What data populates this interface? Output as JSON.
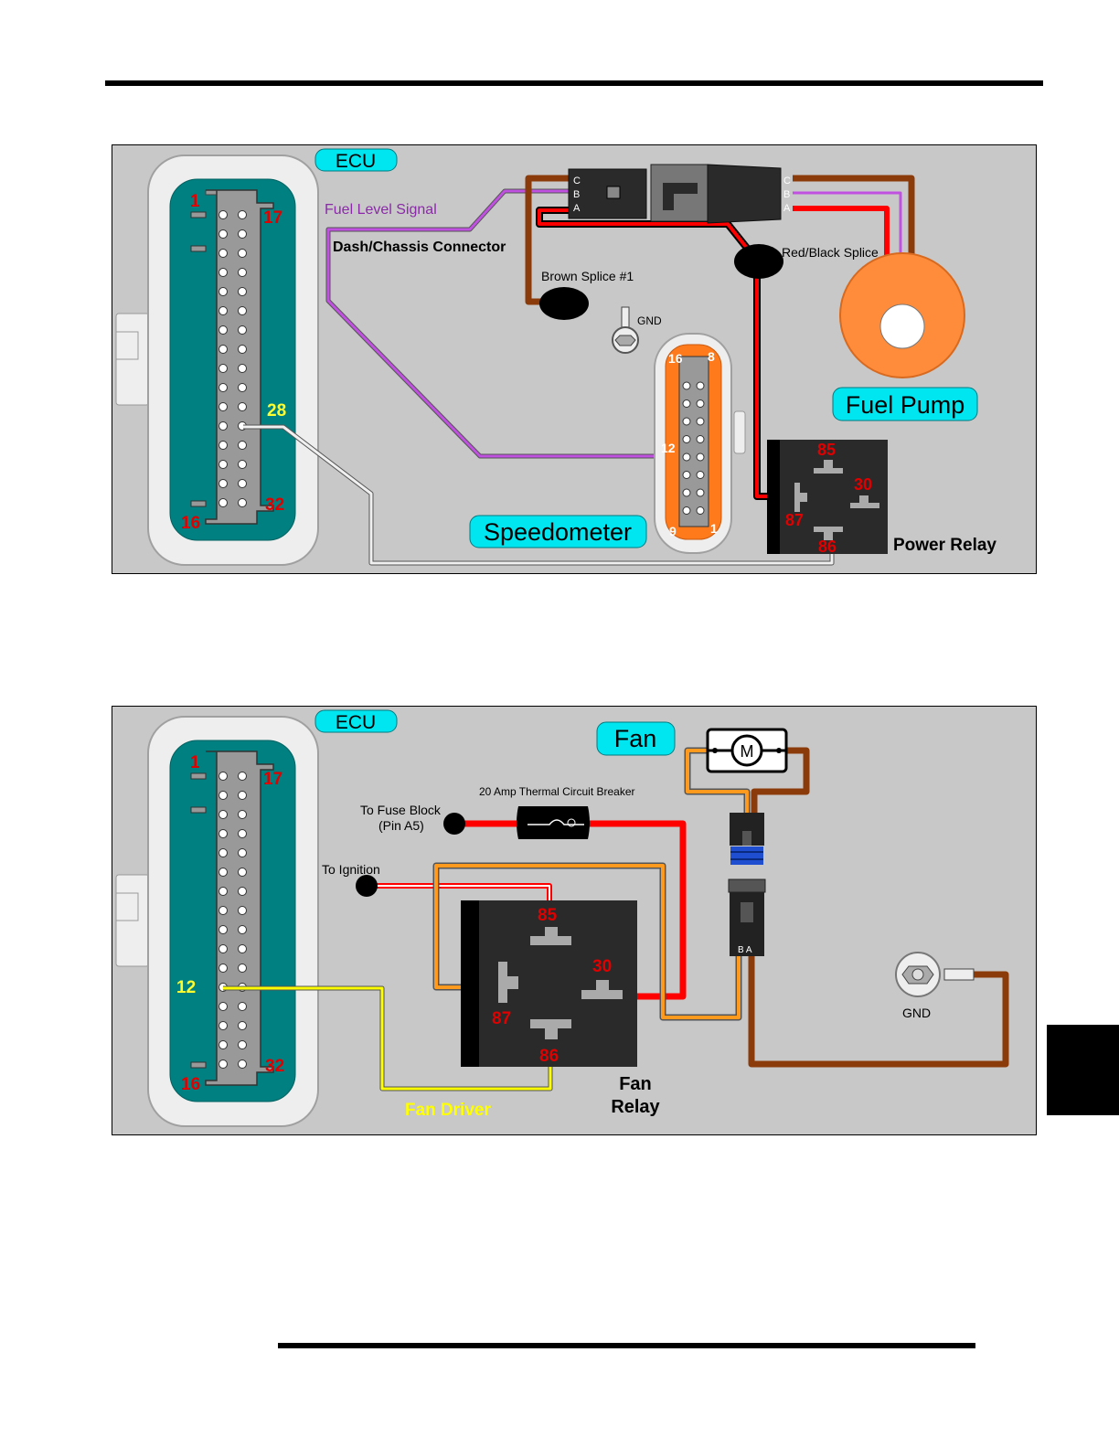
{
  "colors": {
    "panel_bg": "#c8c8c8",
    "ecu_teal": "#008080",
    "label_cyan": "#00e6f0",
    "wire_brown": "#8b3a0a",
    "wire_red": "#ff0000",
    "wire_purple": "#9b30c0",
    "wire_orange": "#ff9a1f",
    "wire_yellow": "#ffff00",
    "wire_white": "#f0f0f0",
    "pump_orange": "#ff8c3a",
    "speedo_orange": "#ff7a1a",
    "pin_red": "#e00000",
    "pin_yellow": "#ffff30"
  },
  "top_diagram": {
    "ecu_label": "ECU",
    "ecu_pins": {
      "p1": "1",
      "p17": "17",
      "p16": "16",
      "p32": "32",
      "p28": "28"
    },
    "fuel_level_signal": "Fuel Level Signal",
    "dash_chassis_connector": "Dash/Chassis Connector",
    "connector_left_pins": [
      "C",
      "B",
      "A"
    ],
    "connector_right_pins": [
      "C",
      "B",
      "A"
    ],
    "brown_splice": "Brown Splice #1",
    "gnd": "GND",
    "red_black_splice": "Red/Black Splice",
    "fuel_pump": "Fuel Pump",
    "speedometer": "Speedometer",
    "speedo_pins": {
      "p16": "16",
      "p8": "8",
      "p12": "12",
      "p9": "9",
      "p1": "1"
    },
    "relay_pins": {
      "p85": "85",
      "p30": "30",
      "p87": "87",
      "p86": "86"
    },
    "power_relay": "Power Relay"
  },
  "bottom_diagram": {
    "ecu_label": "ECU",
    "ecu_pins": {
      "p1": "1",
      "p17": "17",
      "p16": "16",
      "p32": "32",
      "p12": "12"
    },
    "fan": "Fan",
    "motor": "M",
    "breaker": "20 Amp Thermal Circuit Breaker",
    "to_fuse_block_1": "To Fuse Block",
    "to_fuse_block_2": "(Pin A5)",
    "to_ignition": "To Ignition",
    "relay_pins": {
      "p85": "85",
      "p30": "30",
      "p87": "87",
      "p86": "86"
    },
    "connector_pins": "B  A",
    "gnd": "GND",
    "fan_driver": "Fan Driver",
    "fan_relay_1": "Fan",
    "fan_relay_2": "Relay"
  }
}
